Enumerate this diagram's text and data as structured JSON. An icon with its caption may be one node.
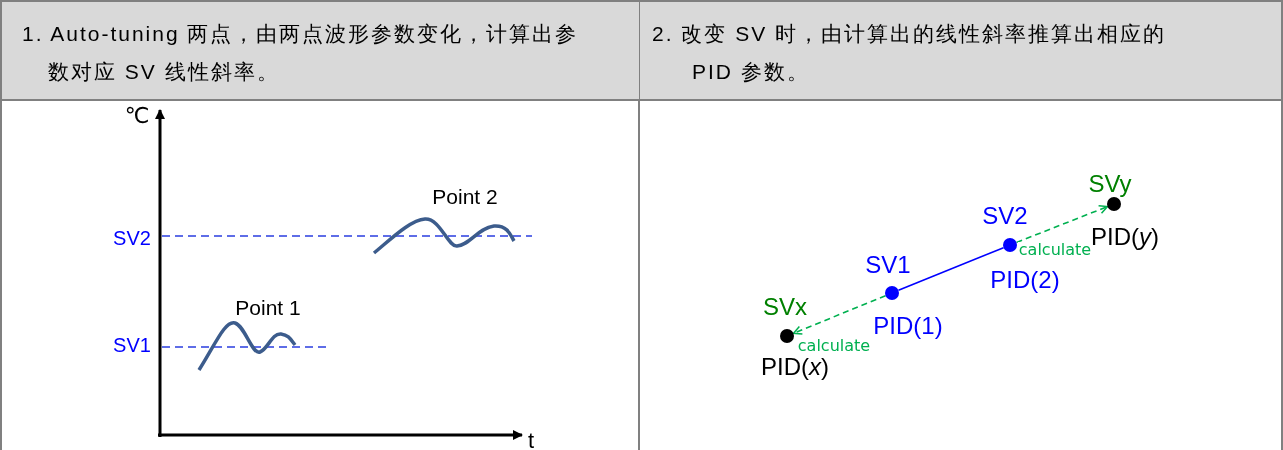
{
  "diagram": {
    "nodes": [
      {
        "text": [
          "SVx",
          "PID(*x*)"
        ]
      },
      {
        "text": [
          "SV1",
          "PID(1)"
        ]
      },
      {
        "text": [
          "SV2",
          "PID(2)"
        ]
      },
      {
        "text": [
          "SVy",
          "PID(*y*)"
        ]
      }
    ],
    "edges": [
      {
        "from": 1,
        "to": 0,
        "arrow": "to",
        "label": "calculate",
        "style": "dashed"
      },
      {
        "from": 1,
        "to": 2,
        "arrow": "none",
        "color": "#0000ff"
      },
      {
        "from": 2,
        "to": 3,
        "arrow": "to",
        "label": "calculate",
        "style": "dashed"
      }
    ],
    "labels": [
      "1. Auto-tuning 两点，由两点波形参数变化，计算出参数对应 SV 线性斜率。",
      "2.  改变 SV 时，由计算出的线性斜率推算出相应的 PID 参数。",
      "℃",
      "Point 2",
      "SV2",
      "Point 1",
      "SV1",
      "t"
    ]
  }
}
